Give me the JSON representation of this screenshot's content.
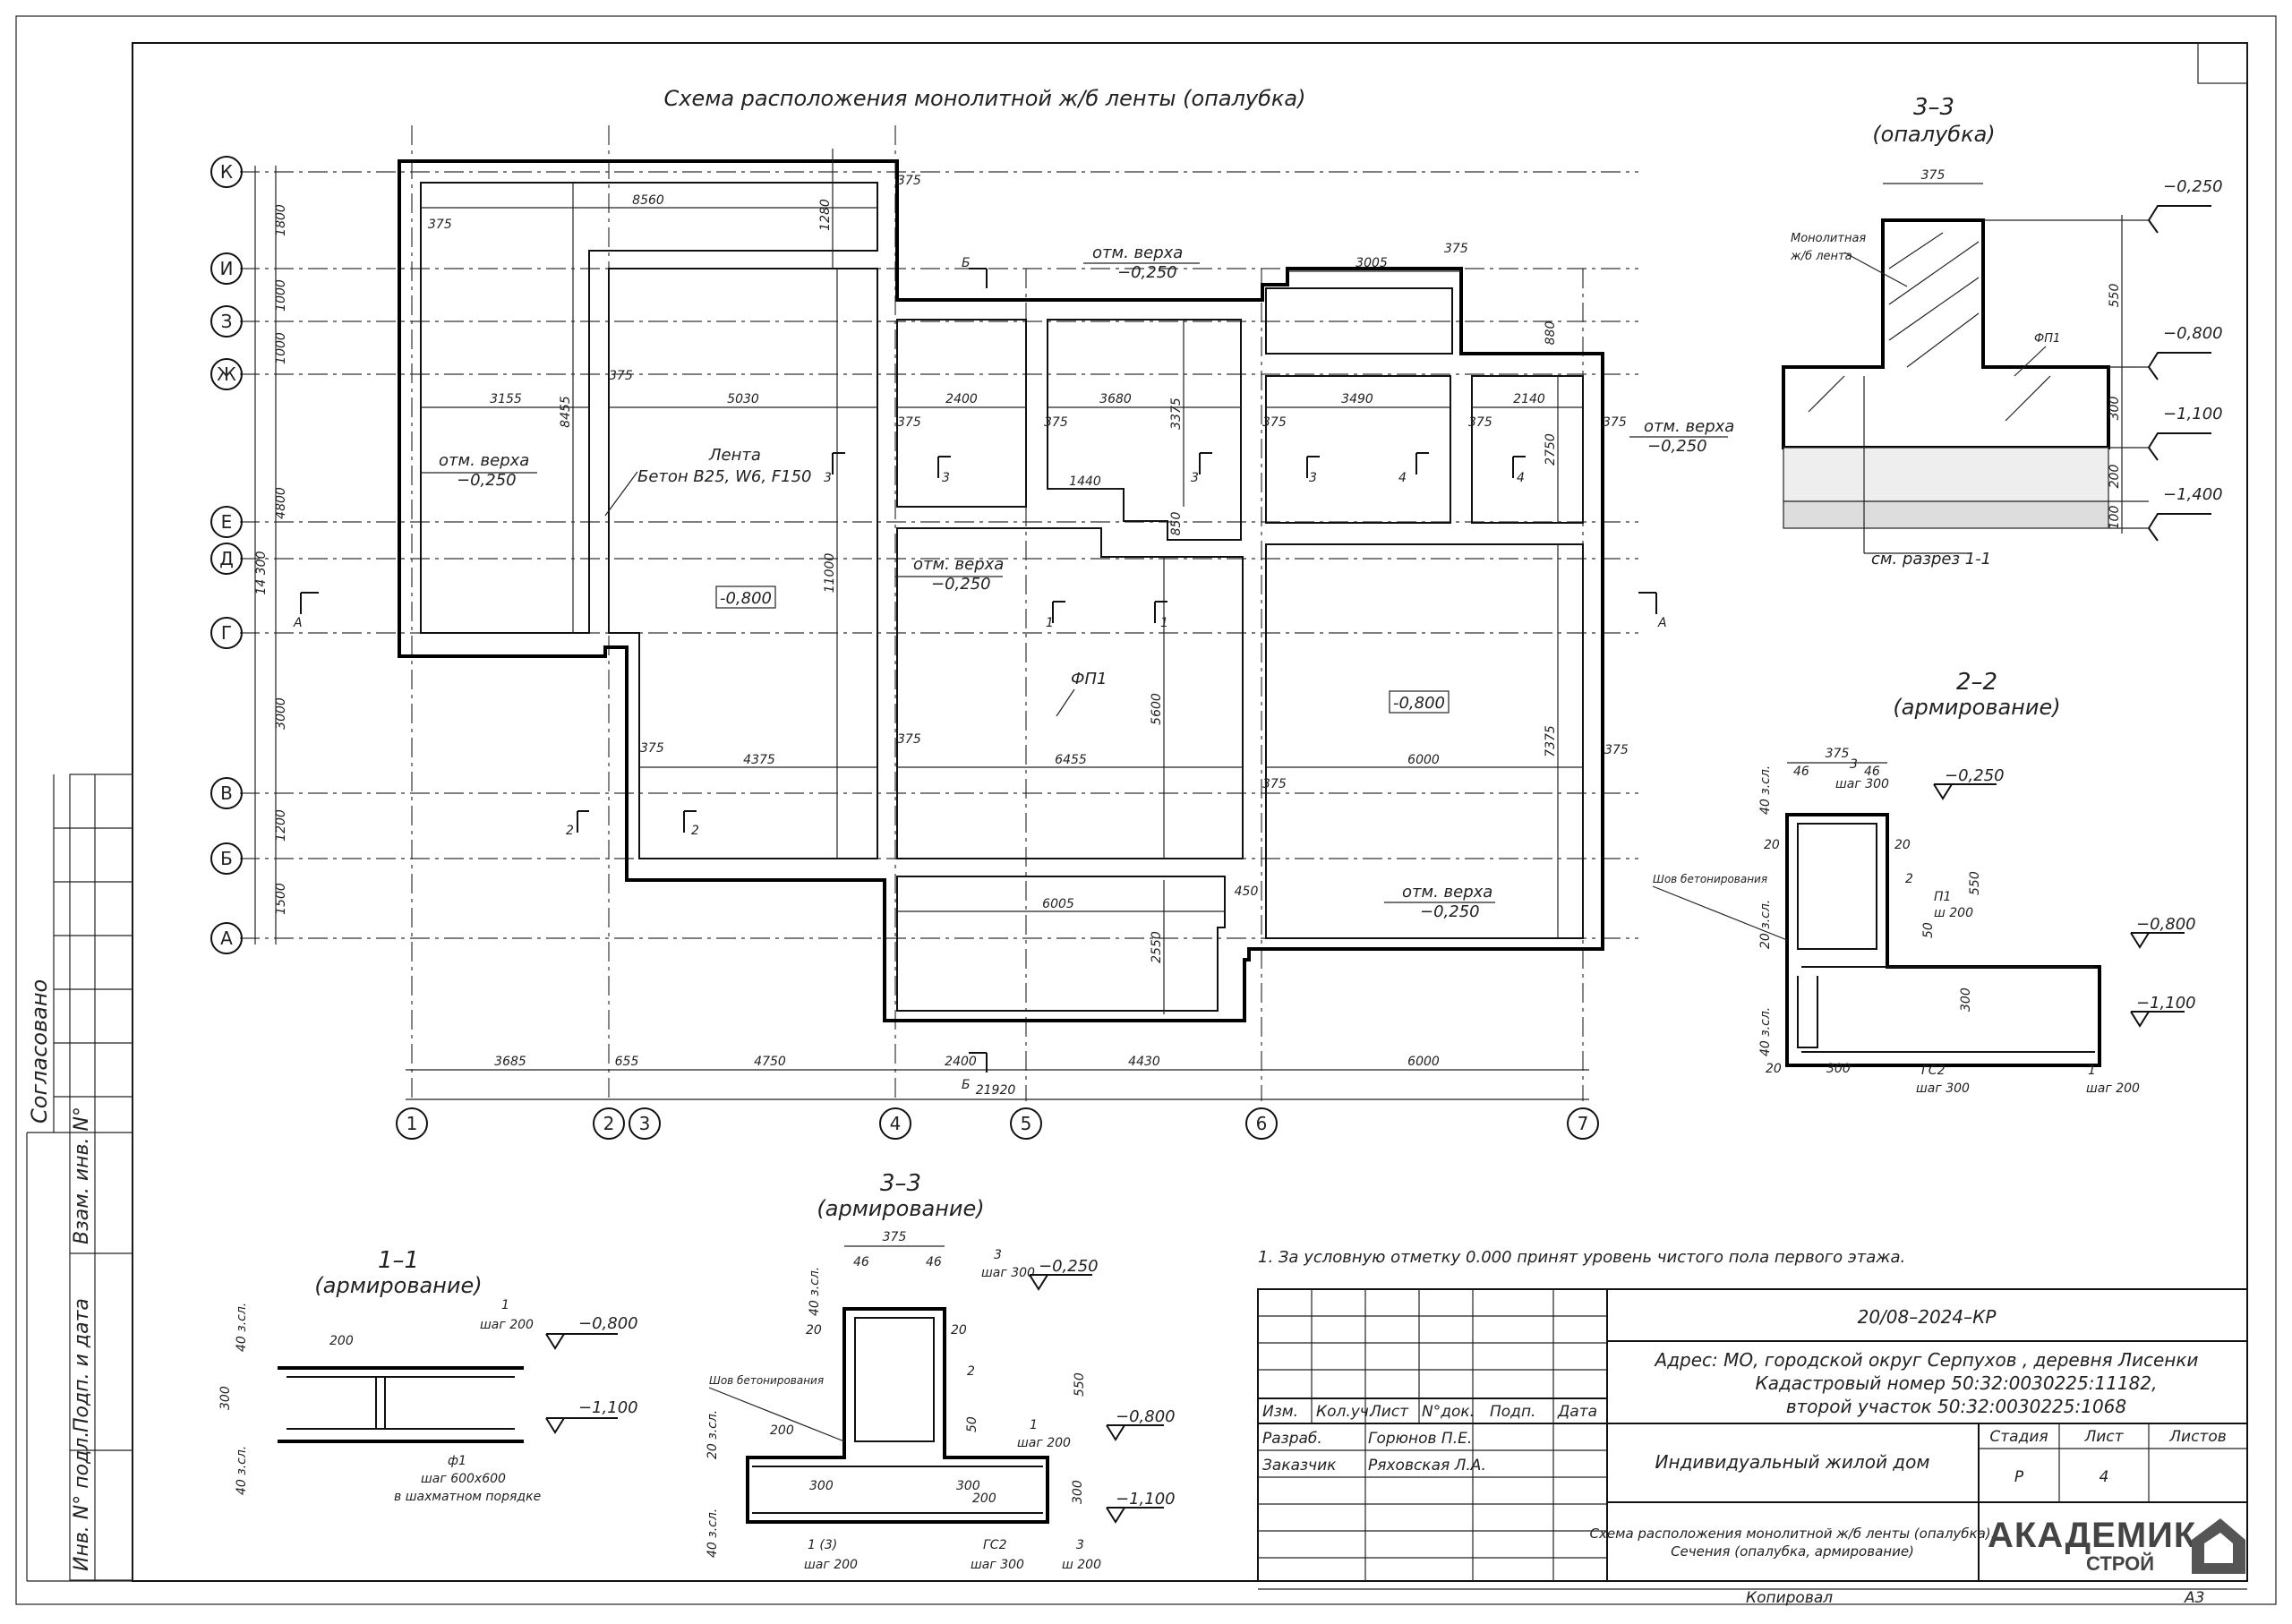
{
  "plan": {
    "title": "Схема расположения монолитной ж/б ленты (опалубка)",
    "axes_rows": [
      "К",
      "И",
      "З",
      "Ж",
      "Е",
      "Д",
      "Г",
      "В",
      "Б",
      "А"
    ],
    "axes_cols": [
      "1",
      "2",
      "3",
      "4",
      "5",
      "6",
      "7"
    ],
    "row_dims": [
      "1800",
      "1000",
      "1000",
      "4800",
      "3000",
      "1200",
      "1500"
    ],
    "row_total": "14 300",
    "col_dims": [
      "3685",
      "655",
      "4750",
      "2400",
      "4430",
      "6000"
    ],
    "col_total": "21920",
    "notes": {
      "otm1": "отм. верха",
      "otm1v": "−0,250",
      "lenta": "Лента",
      "beton": "Бетон В25, W6, F150",
      "level1": "-0,800",
      "level2": "-0,800",
      "fp1": "ФП1"
    },
    "inner_dims": {
      "d8560": "8560",
      "d1280": "1280",
      "d3155": "3155",
      "d5030": "5030",
      "d8455": "8455",
      "d11000": "11000",
      "d2400": "2400",
      "d3680": "3680",
      "d3375": "3375",
      "d1440": "1440",
      "d850": "850",
      "d3490": "3490",
      "d2140": "2140",
      "d2750": "2750",
      "d3005": "3005",
      "d880": "880",
      "d4375": "4375",
      "d6455": "6455",
      "d6000": "6000",
      "d5600": "5600",
      "d7375": "7375",
      "d6005": "6005",
      "d2550": "2550",
      "d450": "450",
      "d375": "375"
    },
    "sections": {
      "a": "А",
      "b": "Б",
      "s1": "1",
      "s2": "2",
      "s3": "3",
      "s4": "4"
    }
  },
  "sec33o": {
    "title": "3–3",
    "subtitle": "(опалубка)",
    "w": "375",
    "h1": "550",
    "h2": "300",
    "h3": "200",
    "h4": "100",
    "l1": "−0,250",
    "l2": "−0,800",
    "l3": "−1,100",
    "l4": "−1,400",
    "monolith": "Монолитная",
    "monolith2": "ж/б лента",
    "fp1": "ФП1",
    "see": "см. разрез 1-1"
  },
  "sec22": {
    "title": "2–2",
    "subtitle": "(армирование)",
    "w": "375",
    "a": "46",
    "b": "46",
    "n3": "3",
    "step": "шаг 300",
    "l1": "−0,250",
    "l2": "−0,800",
    "l3": "−1,100",
    "c40": "40 з.сл.",
    "c20": "20",
    "h550": "550",
    "h300": "300",
    "n2": "2",
    "seam": "Шов бетонирования",
    "p1": "П1",
    "p1s": "ш 200",
    "d50": "50",
    "c20b": "20 з.сл.",
    "c40b": "40 з.сл.",
    "d300": "300",
    "gs2": "ГС2",
    "gs2s": "шаг 300",
    "n1": "1",
    "n1s": "шаг 200"
  },
  "sec11": {
    "title": "1–1",
    "subtitle": "(армирование)",
    "d200": "200",
    "n1": "1",
    "n1s": "шаг 200",
    "l1": "−0,800",
    "l2": "−1,100",
    "c40": "40 з.сл.",
    "h300": "300",
    "c40b": "40 з.сл.",
    "f1": "ф1",
    "f1a": "шаг 600х600",
    "f1b": "в шахматном порядке"
  },
  "sec33a": {
    "title": "3–3",
    "subtitle": "(армирование)",
    "w": "375",
    "a": "46",
    "b": "46",
    "n3": "3",
    "step": "шаг 300",
    "l1": "−0,250",
    "c40": "40 з.сл.",
    "c20": "20",
    "n2": "2",
    "h550": "550",
    "seam": "Шов бетонирования",
    "c20b": "20 з.сл.",
    "d50": "50",
    "n1": "1",
    "n1s": "шаг 200",
    "l2": "−0,800",
    "d200": "200",
    "d300a": "300",
    "d300b": "300",
    "d200b": "200",
    "h300": "300",
    "l3": "−1,100",
    "n13": "1 (3)",
    "n13s": "шаг 200",
    "gs2": "ГС2",
    "gs2s": "шаг 300",
    "n3b": "3",
    "n3bs": "ш 200",
    "c40b": "40 з.сл."
  },
  "note": "1. За условную отметку 0.000 принят уровень чистого пола первого этажа.",
  "stamp": {
    "code": "20/08–2024–КР",
    "addr1": "Адрес: МО, городской округ Серпухов , деревня Лисенки",
    "addr2": "Кадастровый номер 50:32:0030225:11182,",
    "addr3": "второй участок 50:32:0030225:1068",
    "h_izm": "Изм.",
    "h_kol": "Кол.уч.",
    "h_list": "Лист",
    "h_ndok": "N°док.",
    "h_podp": "Подп.",
    "h_data": "Дата",
    "r1": "Разраб.",
    "r1n": "Горюнов П.Е.",
    "r2": "Заказчик",
    "r2n": "Ряховская Л.А.",
    "object": "Индивидуальный жилой дом",
    "stage_h": "Стадия",
    "sheet_h": "Лист",
    "sheets_h": "Листов",
    "stage": "Р",
    "sheet": "4",
    "desc1": "Схема расположения монолитной ж/б ленты (опалубка).",
    "desc2": "Сечения (опалубка, армирование)",
    "logo1": "АКАДЕМИК",
    "logo2": "СТРОЙ",
    "copied": "Копировал",
    "format": "А3"
  },
  "side": {
    "agreed": "Согласовано",
    "vzam": "Взам. инв. N°",
    "podp": "Подп. и дата",
    "inv": "Инв. N° подл."
  }
}
